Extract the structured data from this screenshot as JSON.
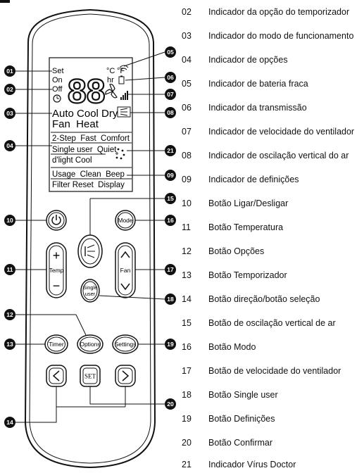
{
  "callouts": [
    "01",
    "02",
    "03",
    "04",
    "05",
    "06",
    "07",
    "08",
    "09",
    "10",
    "11",
    "12",
    "13",
    "14",
    "15",
    "16",
    "17",
    "18",
    "19",
    "20",
    "21"
  ],
  "display": {
    "set": "Set",
    "on": "On",
    "off": "Off",
    "digits": "88",
    "deg_c": "°C",
    "deg_f": "°F",
    "hr": "hr",
    "modes_row1": "Auto Cool Dry",
    "modes_row2": "Fan  Heat",
    "opts_row1": "2-Step  Fast  Comfort",
    "opts_row2": "Single user  Quiet",
    "opts_row3": "d'light Cool",
    "settings_row1": "Usage  Clean  Beep",
    "settings_row2": "Filter Reset  Display"
  },
  "buttons": {
    "mode": "Mode",
    "temp": "Temp",
    "plus": "+",
    "minus": "−",
    "fan": "Fan",
    "single_user": "Single user",
    "timer": "Timer",
    "options": "Options",
    "settings": "Settings",
    "set": "SET"
  },
  "legend": [
    {
      "num": "02",
      "text": "Indicador da opção do temporizador"
    },
    {
      "num": "03",
      "text": "Indicador do modo de funcionamento"
    },
    {
      "num": "04",
      "text": "Indicador de opções"
    },
    {
      "num": "05",
      "text": "Indicador de bateria fraca"
    },
    {
      "num": "06",
      "text": "Indicador da transmissão"
    },
    {
      "num": "07",
      "text": "Indicador de velocidade do ventilador"
    },
    {
      "num": "08",
      "text": "Indicador de oscilação vertical do ar"
    },
    {
      "num": "09",
      "text": "Indicador de definições"
    },
    {
      "num": "10",
      "text": "Botão Ligar/Desligar"
    },
    {
      "num": "11",
      "text": "Botão Temperatura"
    },
    {
      "num": "12",
      "text": "Botão Opções"
    },
    {
      "num": "13",
      "text": "Botão Temporizador"
    },
    {
      "num": "14",
      "text": "Botão direção/botão seleção"
    },
    {
      "num": "15",
      "text": "Botão de oscilação vertical de ar"
    },
    {
      "num": "16",
      "text": "Botão Modo"
    },
    {
      "num": "17",
      "text": "Botão de velocidade do ventilador"
    },
    {
      "num": "18",
      "text": "Botão Single user"
    },
    {
      "num": "19",
      "text": "Botão Definições"
    },
    {
      "num": "20",
      "text": "Botão Confirmar"
    },
    {
      "num": "21",
      "text": "Indicador Vírus Doctor"
    }
  ],
  "colors": {
    "line": "#111111",
    "badge": "#111111",
    "badge_text": "#ffffff"
  }
}
